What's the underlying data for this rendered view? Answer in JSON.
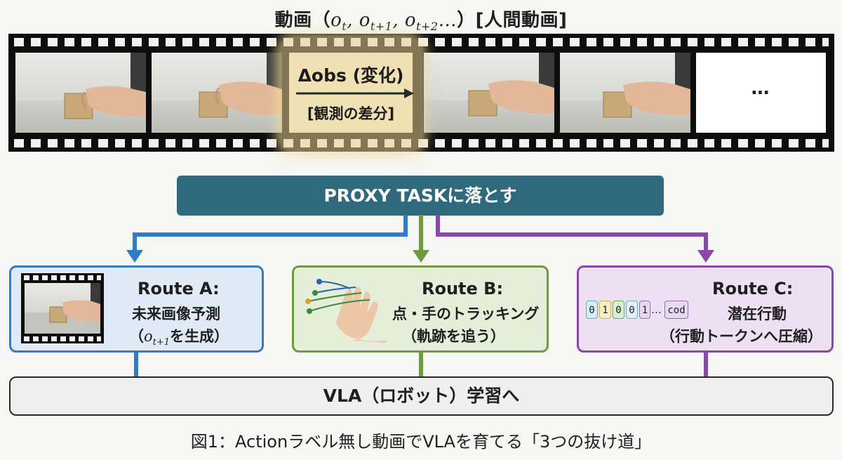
{
  "header": {
    "title_prefix": "動画（",
    "title_math": [
      "o",
      "t",
      ", o",
      "t+1",
      ", o",
      "t+2",
      "…"
    ],
    "title_suffix": "）[人間動画]"
  },
  "film_strip": {
    "ellipsis_frame": "…",
    "diff": {
      "label": "Δobs (変化)",
      "sub_label": "[観測の差分]"
    }
  },
  "proxy_task": {
    "label": "PROXY TASKに落とす"
  },
  "routes": {
    "a": {
      "title": "Route A:",
      "line1": "未来画像予測",
      "line2_prefix": "（",
      "line2_math": "o",
      "line2_sub": "t+1",
      "line2_suffix": "を生成）"
    },
    "b": {
      "title": "Route B:",
      "line1": "点・手のトラッキング",
      "line2": "（軌跡を追う）"
    },
    "c": {
      "title": "Route C:",
      "line1": "潜在行動",
      "line2": "（行動トークンへ圧縮）",
      "tokens": [
        "0",
        "1",
        "0",
        "0",
        "1"
      ],
      "ellipsis": "…",
      "code_token": "cod"
    }
  },
  "vla": {
    "label": "VLA（ロボット）学習へ"
  },
  "caption": {
    "text": "図1：Actionラベル無し動画でVLAを育てる「3つの抜け道」"
  },
  "colors": {
    "proxy_bg": "#2f6a7c",
    "route_a": "#2f7cc7",
    "route_b": "#6f9a42",
    "route_c": "#8a48ad",
    "diff_highlight": "#e8cd8c"
  }
}
